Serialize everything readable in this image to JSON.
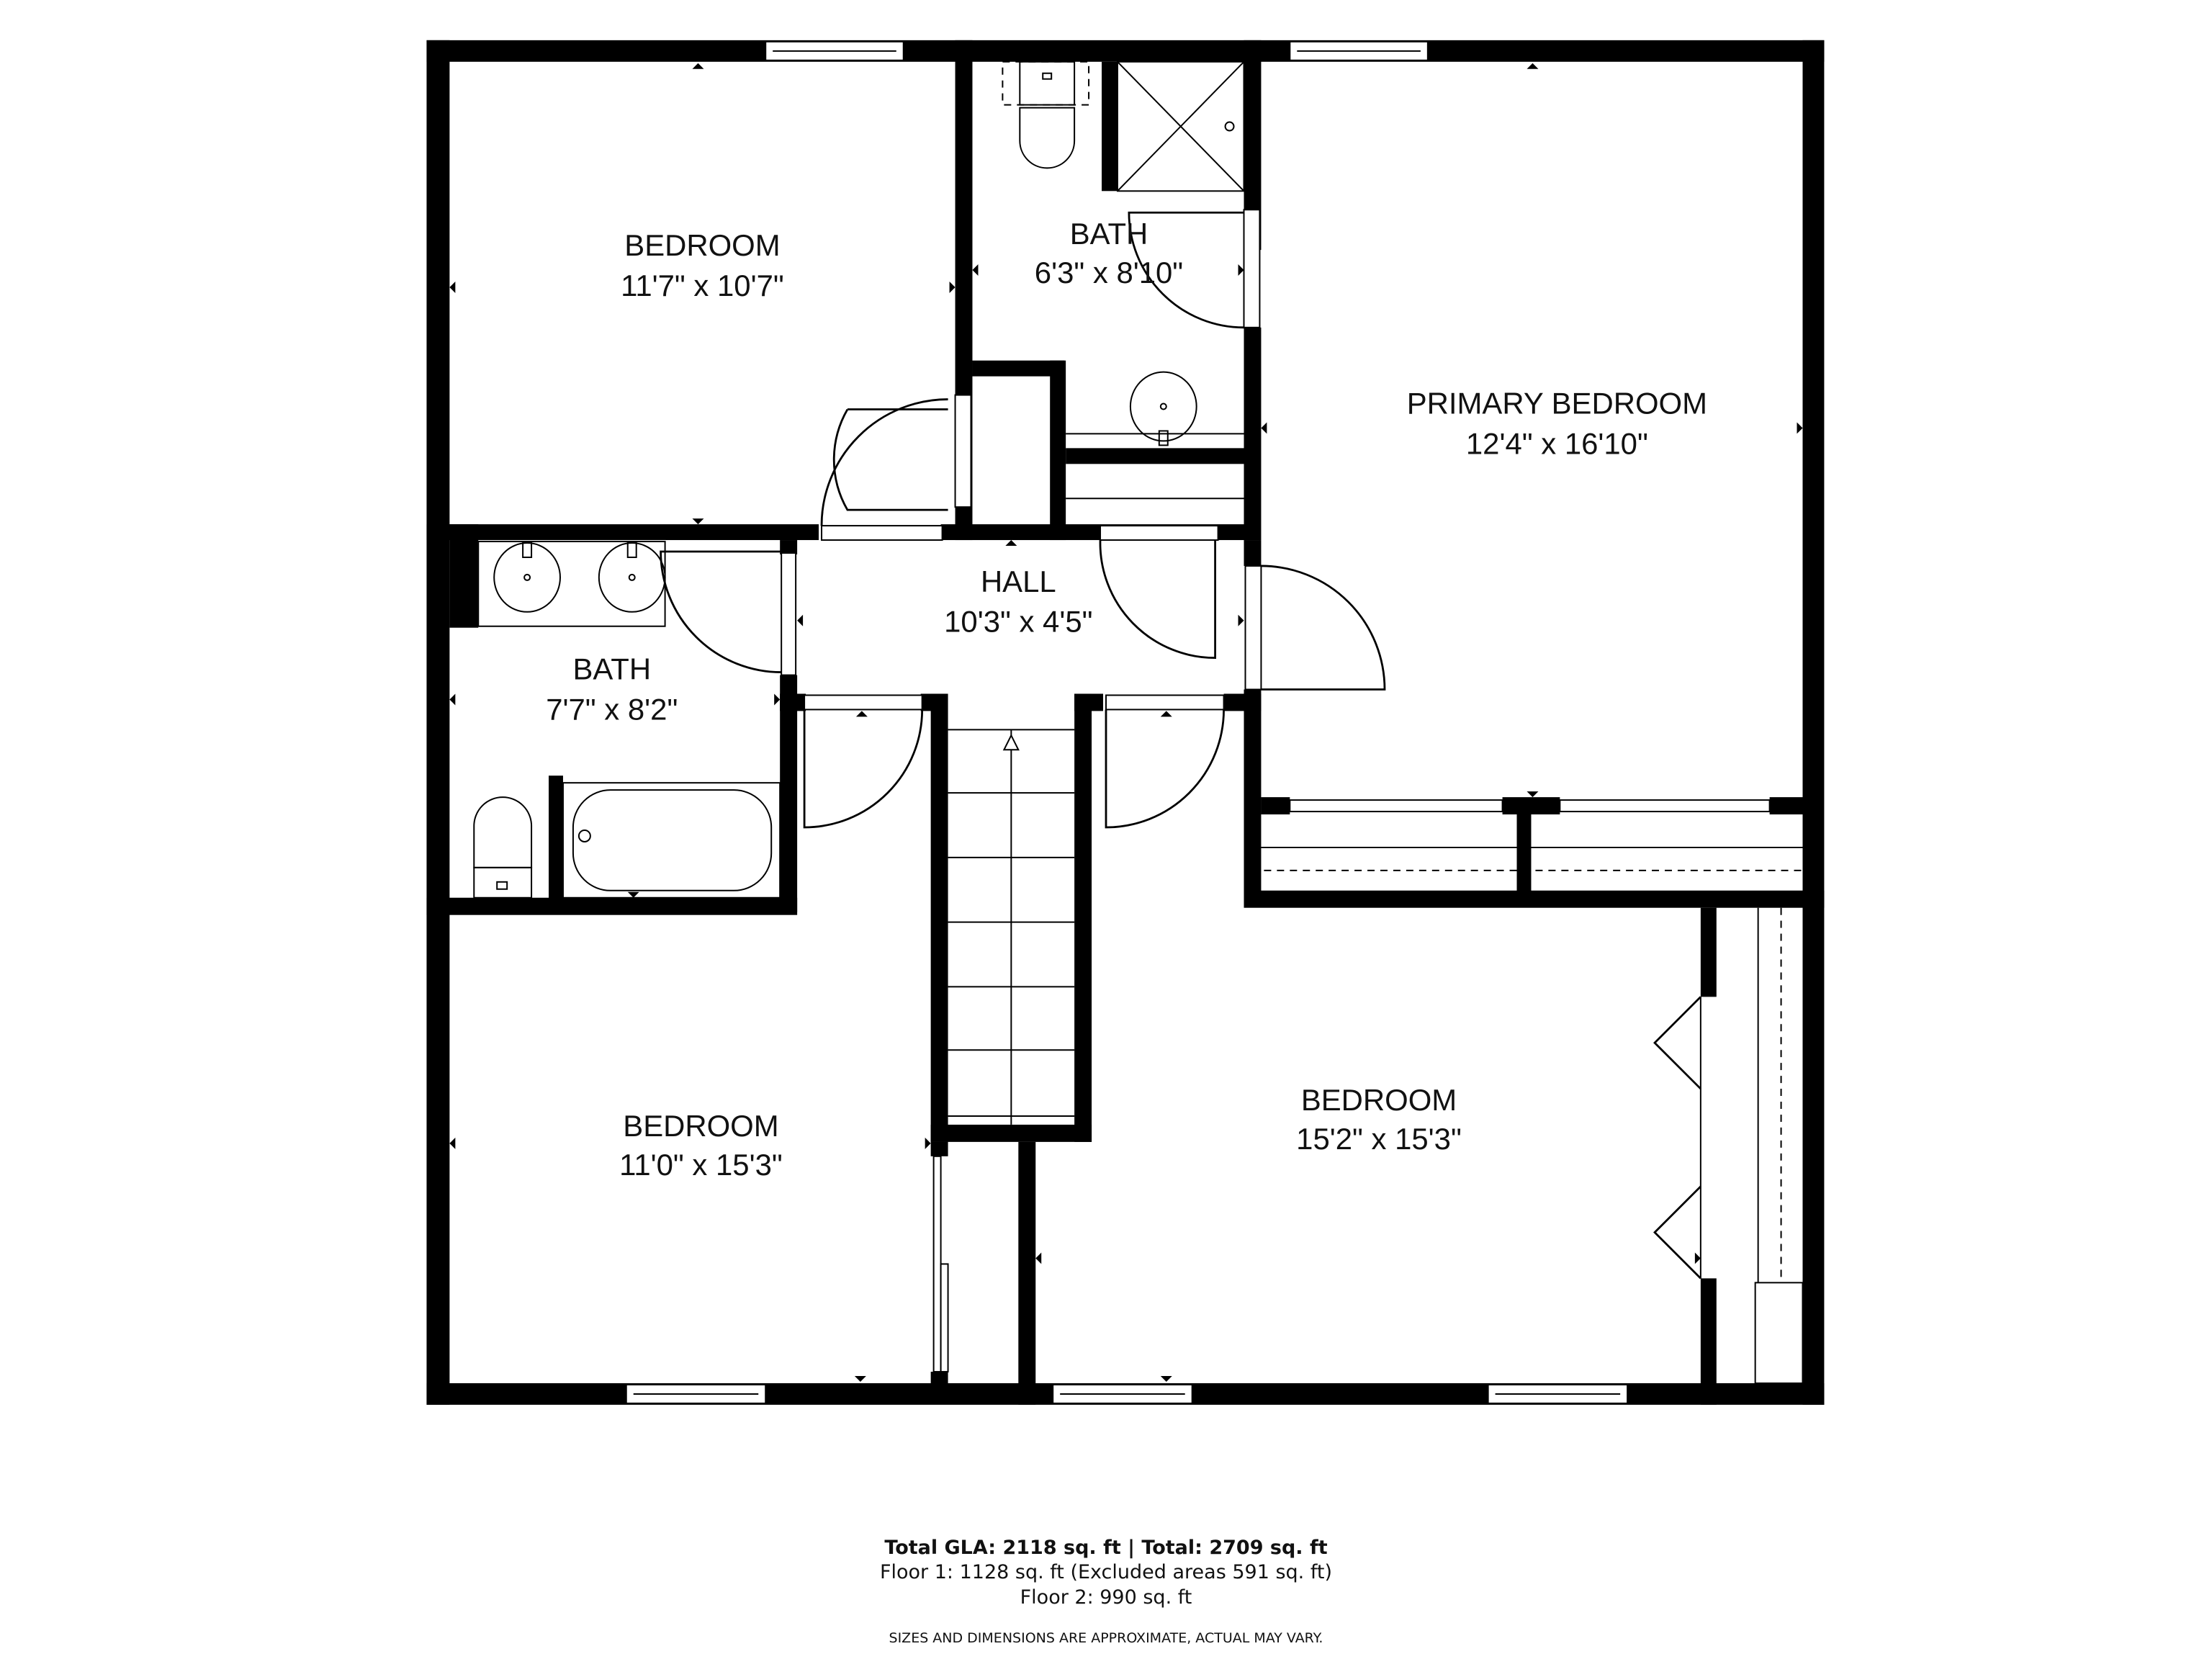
{
  "rooms": {
    "bedroom_nw": {
      "name": "BEDROOM",
      "dims": "11'7\" x 10'7\""
    },
    "bath_upper": {
      "name": "BATH",
      "dims": "6'3\" x 8'10\""
    },
    "primary_bedroom": {
      "name": "PRIMARY BEDROOM",
      "dims": "12'4\" x 16'10\""
    },
    "hall": {
      "name": "HALL",
      "dims": "10'3\" x 4'5\""
    },
    "bath_lower": {
      "name": "BATH",
      "dims": "7'7\" x 8'2\""
    },
    "bedroom_sw": {
      "name": "BEDROOM",
      "dims": "11'0\" x 15'3\""
    },
    "bedroom_se": {
      "name": "BEDROOM",
      "dims": "15'2\" x 15'3\""
    }
  },
  "footer": {
    "totals": "Total GLA: 2118 sq. ft | Total: 2709 sq. ft",
    "floor1": "Floor 1: 1128 sq. ft (Excluded areas 591 sq. ft)",
    "floor2": "Floor 2: 990 sq. ft",
    "disclaimer": "SIZES AND DIMENSIONS ARE APPROXIMATE, ACTUAL MAY VARY."
  },
  "colors": {
    "wall": "#000000",
    "background": "#ffffff"
  }
}
